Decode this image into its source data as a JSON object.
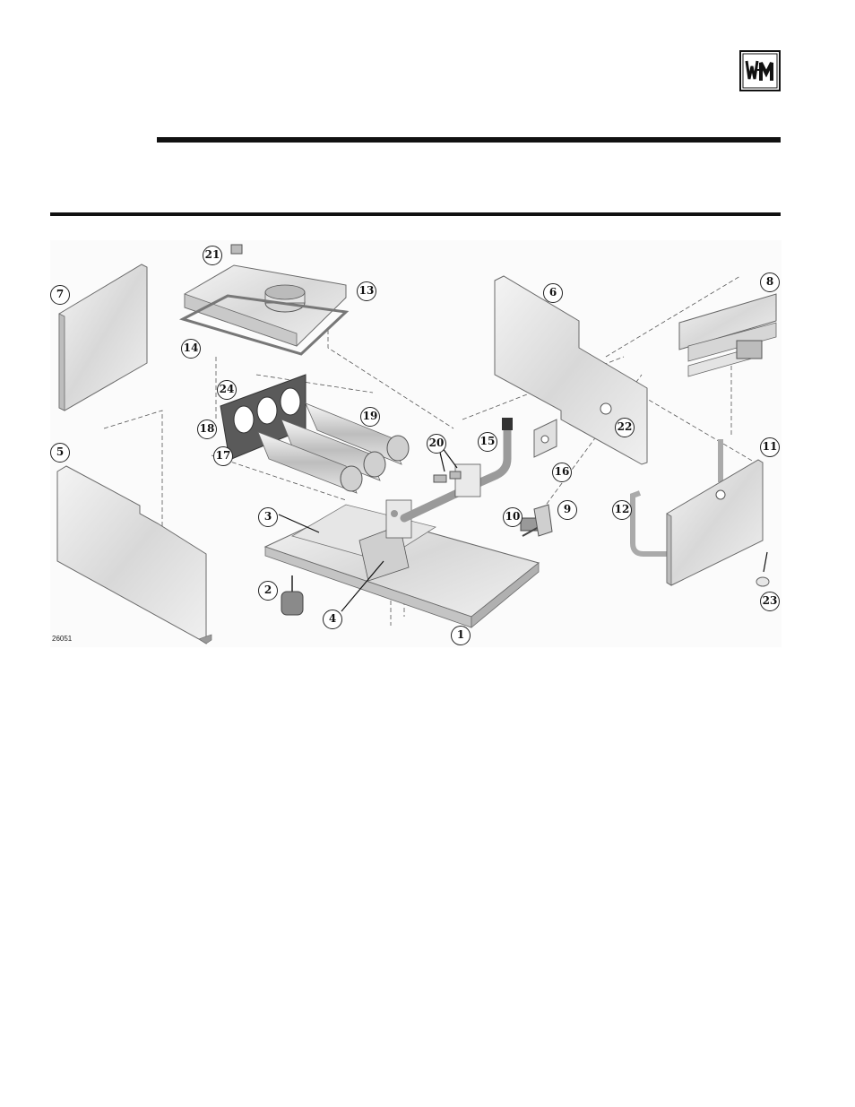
{
  "logo": {
    "icon": "weil-mclain-logo"
  },
  "figure": {
    "id_label": "26051",
    "callouts": {
      "c1": "1",
      "c2": "2",
      "c3": "3",
      "c4": "4",
      "c5": "5",
      "c6": "6",
      "c7": "7",
      "c8": "8",
      "c9": "9",
      "c10": "10",
      "c11": "11",
      "c12": "12",
      "c13": "13",
      "c14": "14",
      "c15": "15",
      "c16": "16",
      "c17": "17",
      "c18": "18",
      "c19": "19",
      "c20": "20",
      "c21": "21",
      "c22": "22",
      "c23": "23",
      "c24": "24"
    }
  },
  "colors": {
    "rule": "#111111",
    "panel": "#e6e6e6",
    "panel_edge": "#8a8a8a"
  }
}
